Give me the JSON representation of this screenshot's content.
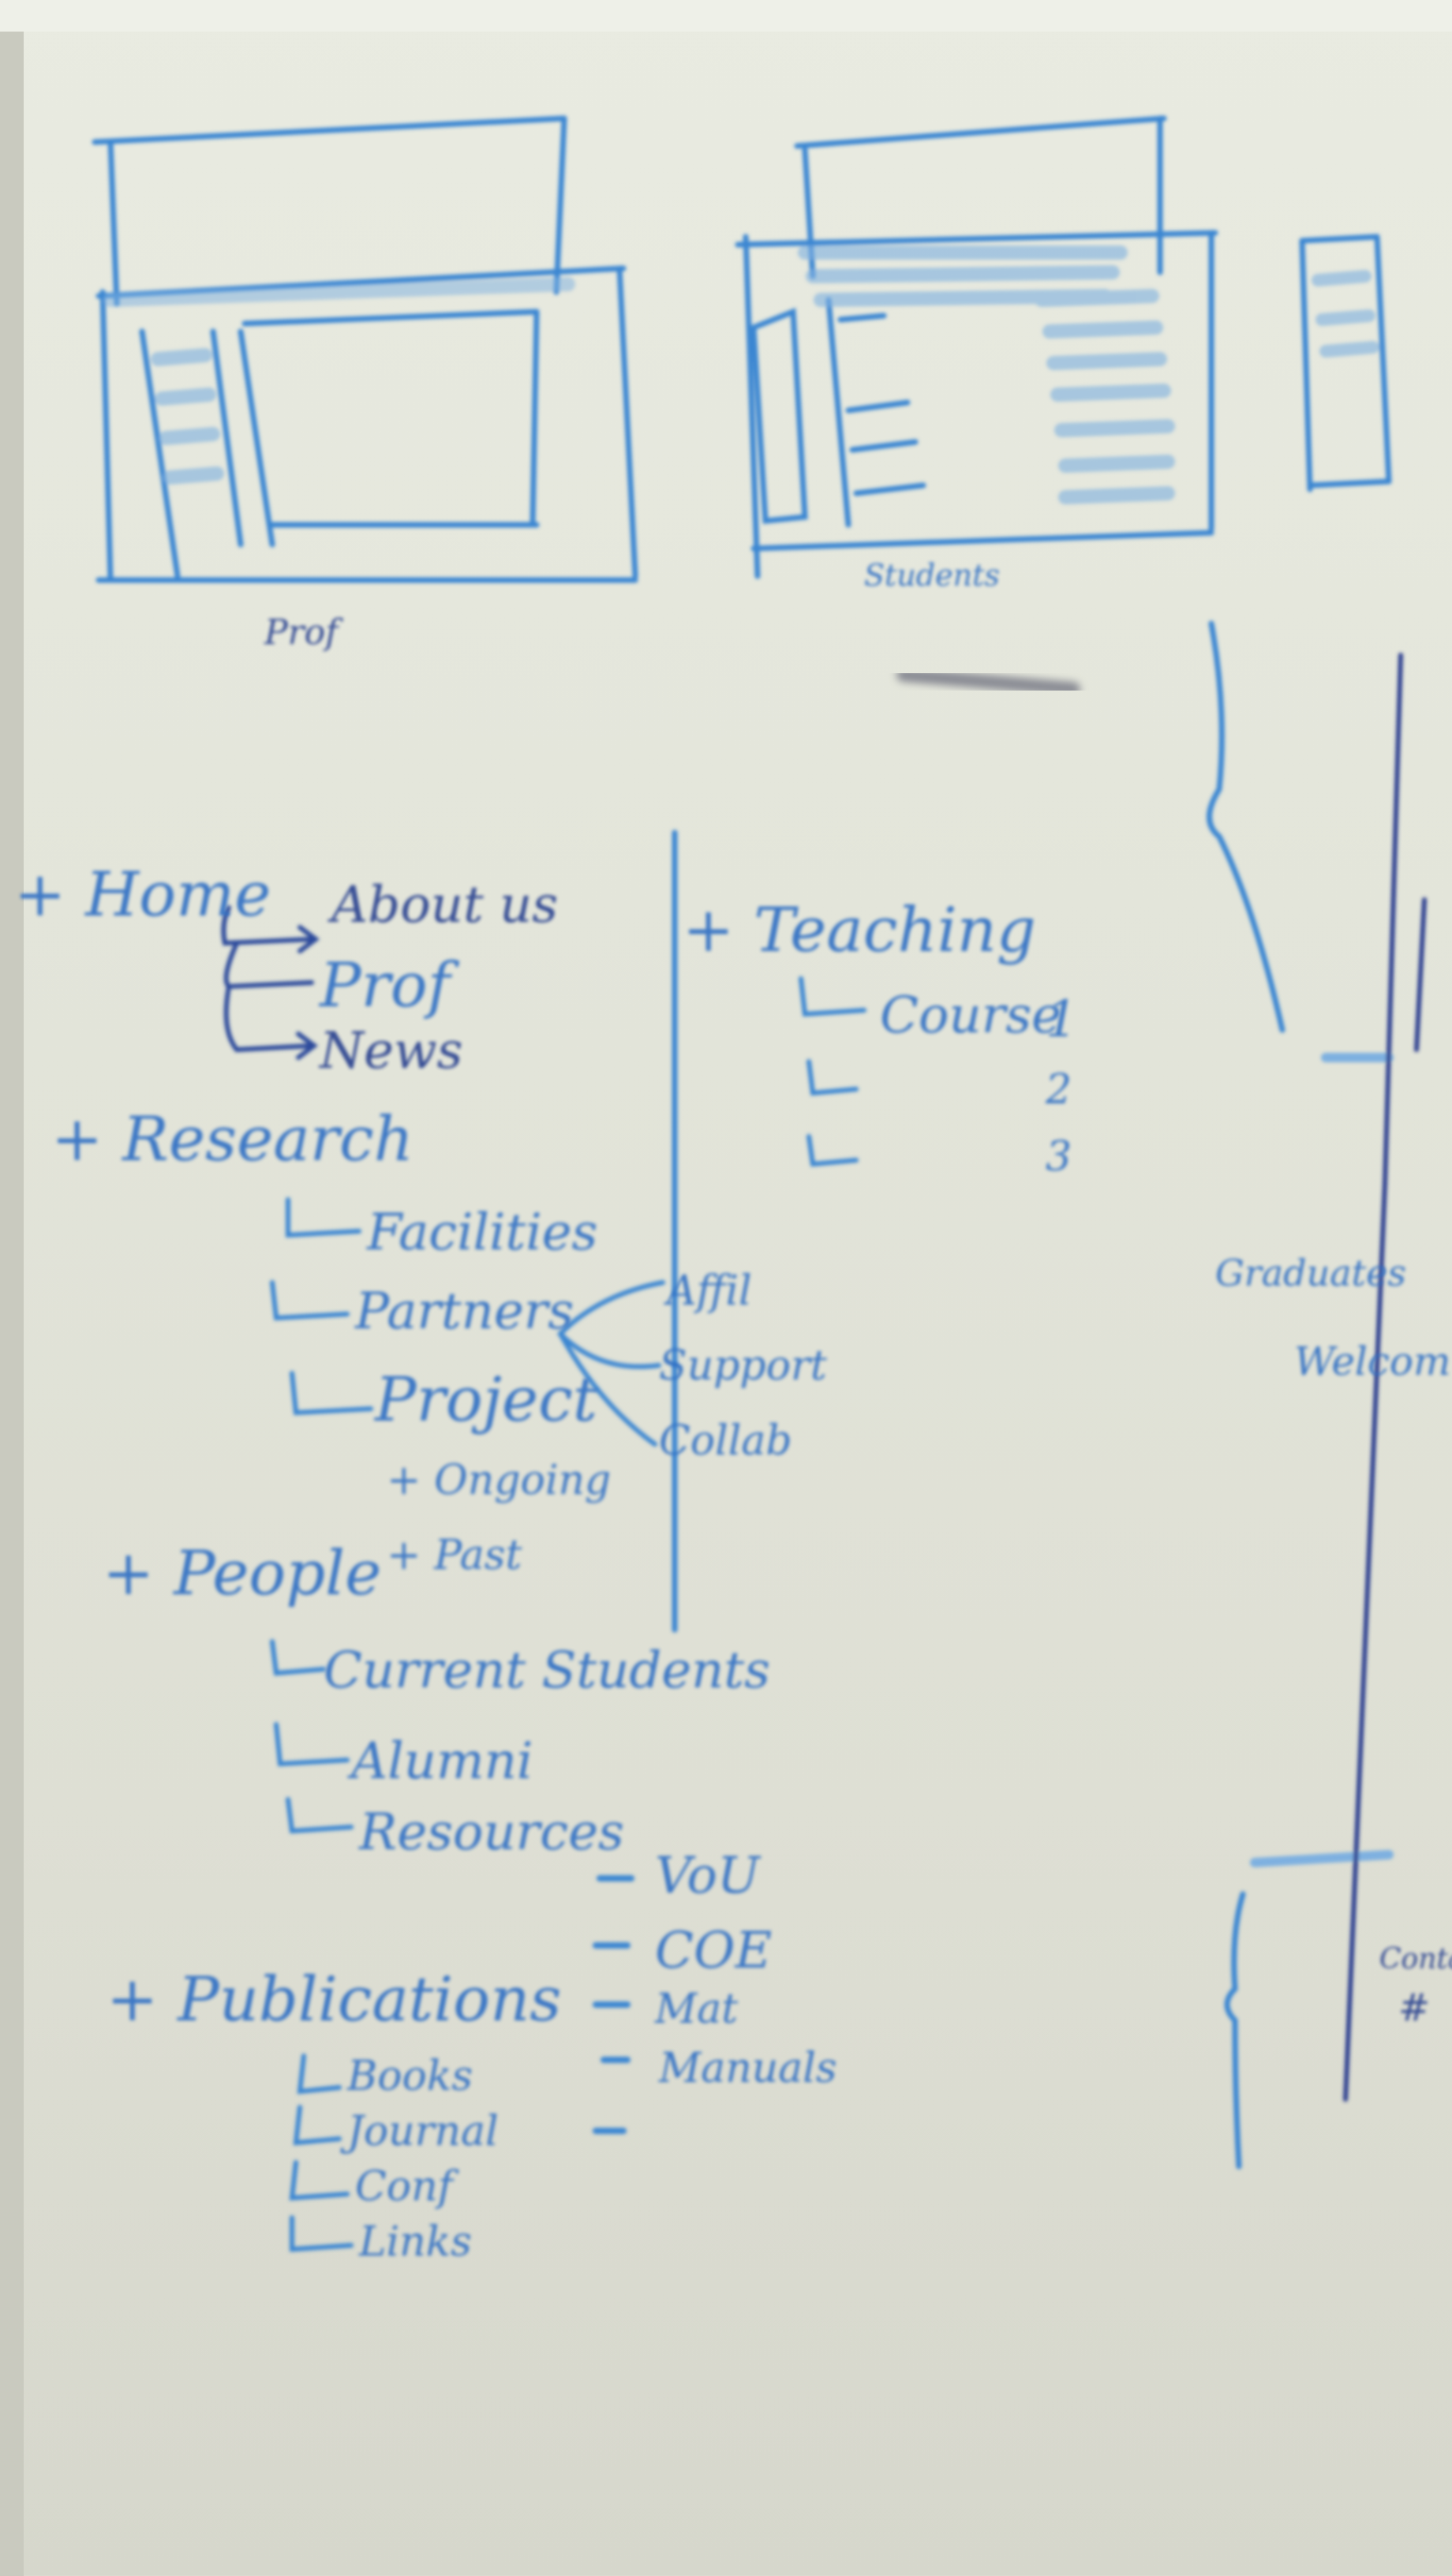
{
  "sketch_labels": {
    "wireframe_left": "Prof",
    "wireframe_middle": "Students"
  },
  "sitemap": {
    "home": {
      "label": "+ Home",
      "children": [
        "About us",
        "Prof",
        "News"
      ]
    },
    "research": {
      "label": "+ Research",
      "children": [
        "Facilities",
        "Partners",
        "Project"
      ],
      "partner_types": [
        "Affil",
        "Support",
        "Collab"
      ],
      "project_children": [
        "+ Ongoing",
        "+ Past"
      ]
    },
    "people": {
      "label": "+ People",
      "children": [
        "Current Students",
        "Alumni",
        "Resources"
      ],
      "resource_items": [
        "VoU",
        "COE",
        "Mat",
        "Manuals"
      ]
    },
    "publications": {
      "label": "+ Publications",
      "children": [
        "Books",
        "Journal",
        "Conf",
        "Links"
      ]
    },
    "teaching": {
      "label": "+ Teaching",
      "course": "Course",
      "numbers": [
        "1",
        "2",
        "3"
      ]
    }
  },
  "right_edge": {
    "graduates": "Graduates",
    "welcome": "Welcom",
    "contact": "Contact",
    "hash": "#"
  },
  "colors": {
    "board": "#e3e5da",
    "marker_blue": "#2f6fc4",
    "marker_dark": "#27408f",
    "gray_marker": "#8a8c94"
  }
}
